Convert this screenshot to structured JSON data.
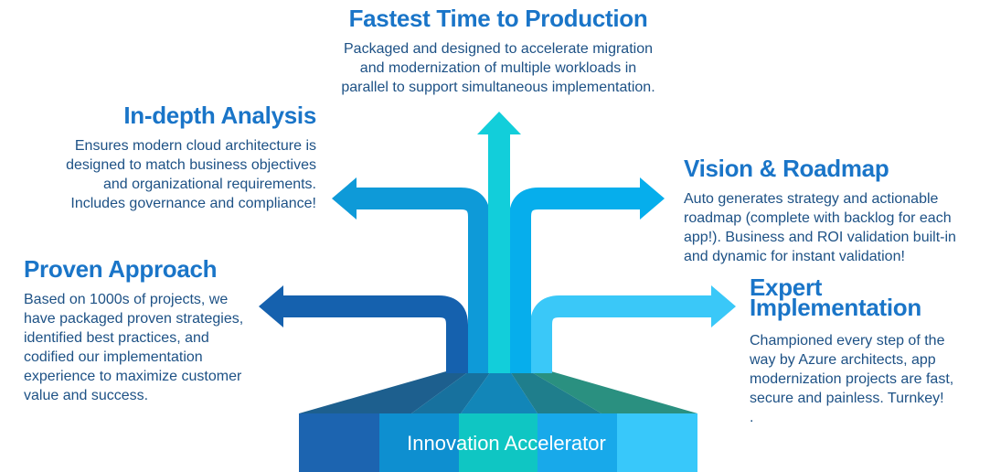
{
  "sections": {
    "top": {
      "title": "Fastest Time to Production",
      "body": "Packaged and designed to accelerate migration\nand modernization of multiple workloads in\nparallel to support simultaneous implementation."
    },
    "left_upper": {
      "title": "In-depth Analysis",
      "body": "Ensures modern cloud architecture is\ndesigned to match business objectives\nand organizational requirements.\nIncludes governance and compliance!"
    },
    "right_upper": {
      "title": "Vision & Roadmap",
      "body": "Auto generates strategy and actionable\nroadmap (complete with backlog for each\napp!). Business and ROI validation built-in\nand dynamic for instant validation!"
    },
    "left_lower": {
      "title": "Proven Approach",
      "body": "Based on 1000s of projects, we\nhave packaged proven strategies,\nidentified best practices, and\ncodified our implementation\nexperience to maximize customer\nvalue and success."
    },
    "right_lower": {
      "title": "Expert Implementation",
      "body": "Championed every step of the\nway by Azure architects, app\nmodernization projects are fast,\nsecure and painless. Turnkey!\n."
    }
  },
  "base": {
    "label": "Innovation Accelerator"
  },
  "colors": {
    "heading": "#1A75C8",
    "body-text": "#1D5185",
    "arrow-center": "#12CEDA",
    "arrow-indepth": "#0E9AD8",
    "arrow-vision": "#06AEEC",
    "arrow-proven": "#1561AE",
    "arrow-expert": "#3AC8F8",
    "fan-1": "#1D5F8E",
    "fan-2": "#17719E",
    "fan-3": "#1286B8",
    "fan-4": "#1F7E8C",
    "fan-5": "#2A9080",
    "base-1": "#1C64B0",
    "base-2": "#0E8FD0",
    "base-3": "#0FC6C3",
    "base-4": "#18A9EA",
    "base-5": "#38C8FA",
    "label-text": "#FFFFFF"
  }
}
